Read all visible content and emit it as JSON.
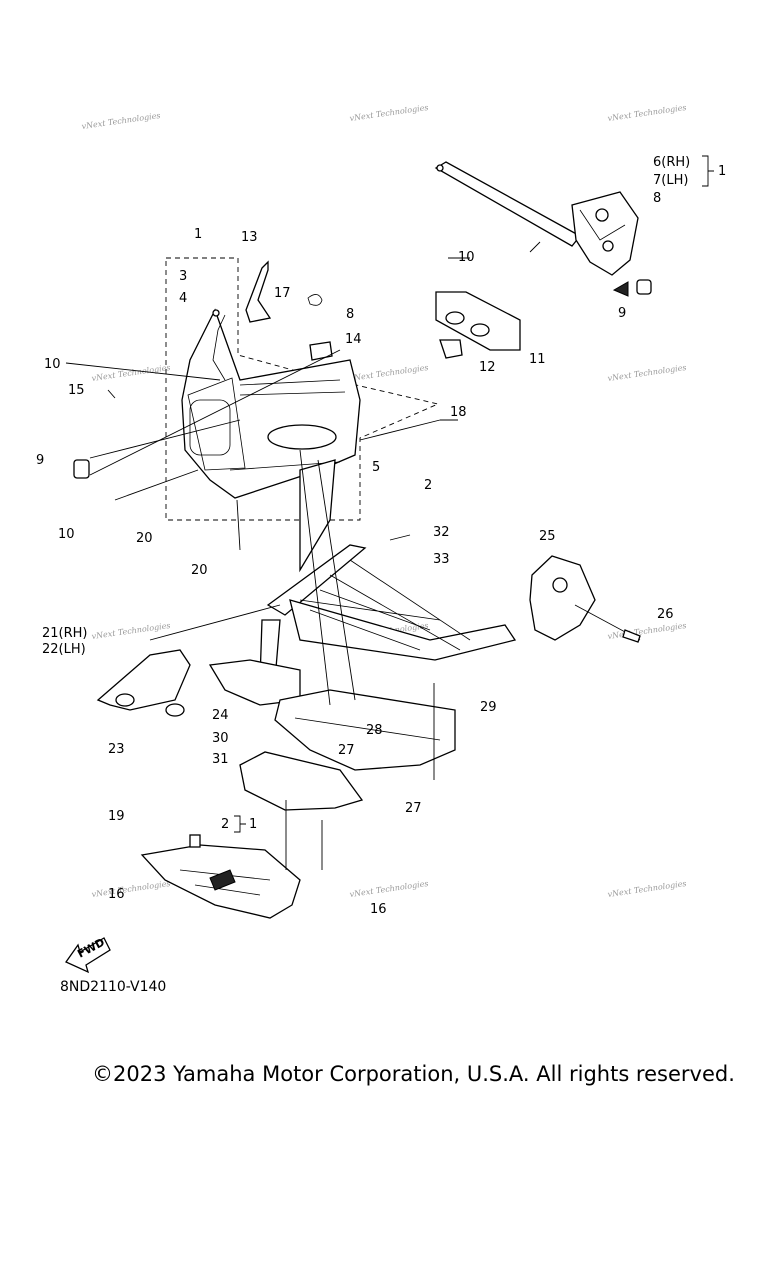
{
  "watermark_text": "vNext Technologies",
  "figure_code": "8ND2110-V140",
  "copyright": "©2023 Yamaha Motor Corporation, U.S.A. All rights reserved.",
  "fwd_label": "FWD",
  "callouts": {
    "c1": "1",
    "c1b": "1",
    "c1c": "1",
    "c2": "2",
    "c2b": "2",
    "c3": "3",
    "c4": "4",
    "c5": "5",
    "c6": "6(RH)",
    "c7": "7(LH)",
    "c8a": "8",
    "c8b": "8",
    "c9a": "9",
    "c9b": "9",
    "c10a": "10",
    "c10b": "10",
    "c10c": "10",
    "c11": "11",
    "c12": "12",
    "c13": "13",
    "c14": "14",
    "c15": "15",
    "c16a": "16",
    "c16b": "16",
    "c17": "17",
    "c18": "18",
    "c19": "19",
    "c20a": "20",
    "c20b": "20",
    "c21": "21(RH)",
    "c22": "22(LH)",
    "c23": "23",
    "c24": "24",
    "c25": "25",
    "c26": "26",
    "c27a": "27",
    "c27b": "27",
    "c28": "28",
    "c29": "29",
    "c30": "30",
    "c31": "31",
    "c32": "32",
    "c33": "33"
  }
}
